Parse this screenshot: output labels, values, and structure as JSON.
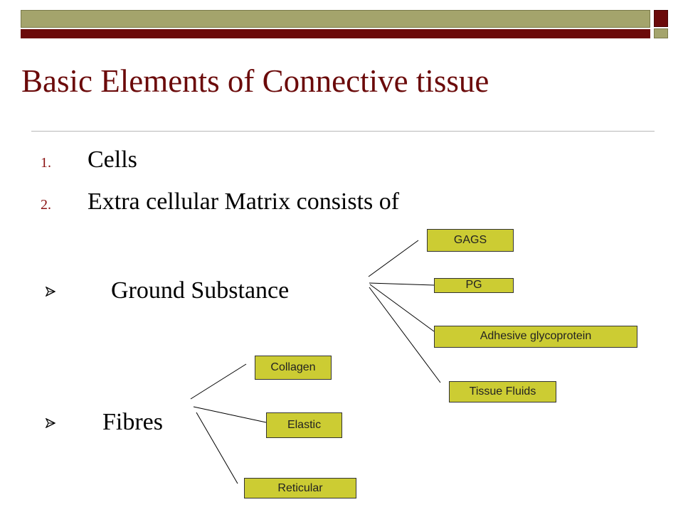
{
  "slide": {
    "title": "Basic Elements of Connective tissue",
    "numbered_list": [
      {
        "number": "1.",
        "text": "Cells"
      },
      {
        "number": "2.",
        "text": "Extra cellular Matrix consists of"
      }
    ],
    "bullets": [
      {
        "text": "Ground Substance",
        "branches": [
          "GAGS",
          "PG",
          "Adhesive glycoprotein",
          "Tissue Fluids"
        ]
      },
      {
        "text": "Fibres",
        "branches": [
          "Collagen",
          "Elastic",
          "Reticular"
        ]
      }
    ]
  },
  "colors": {
    "title": "#6b0a0a",
    "header_olive": "#a4a46c",
    "header_maroon": "#6b0a0a",
    "box_fill": "#cccc33",
    "list_number": "#8a1010"
  },
  "icons": {
    "bullet": "arrowhead-bullet-icon"
  }
}
